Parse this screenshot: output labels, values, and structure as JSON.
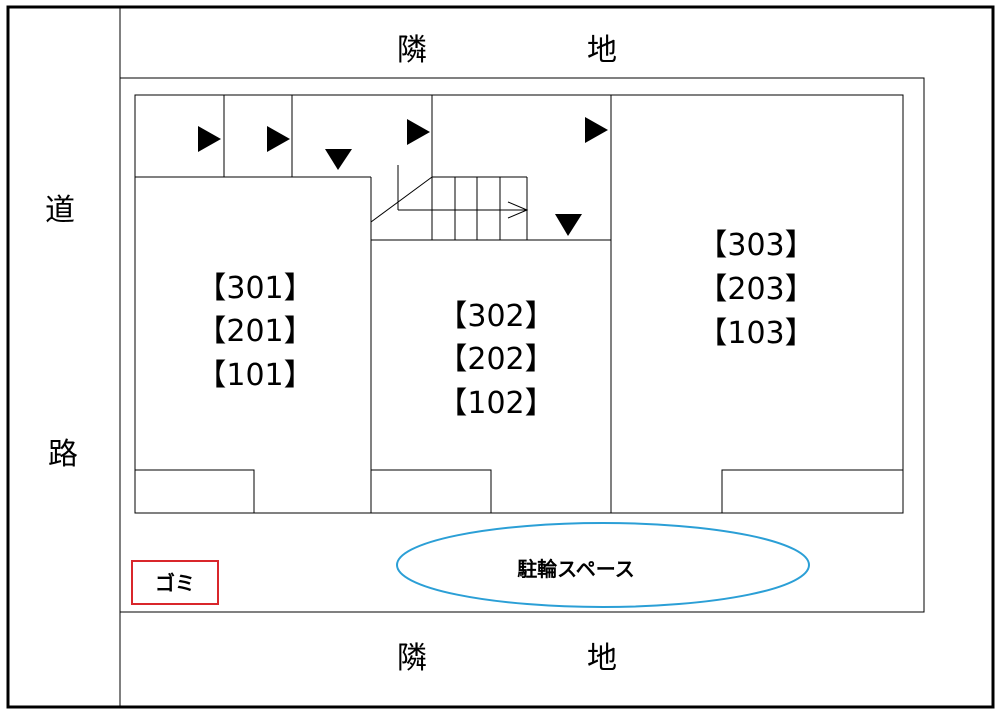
{
  "site": {
    "road": {
      "chars": [
        "道",
        "路"
      ]
    },
    "neighbor_top": {
      "chars": [
        "隣",
        "地"
      ]
    },
    "neighbor_bottom": {
      "chars": [
        "隣",
        "地"
      ]
    }
  },
  "units": {
    "left": [
      "【301】",
      "【201】",
      "【101】"
    ],
    "middle": [
      "【302】",
      "【202】",
      "【102】"
    ],
    "right": [
      "【303】",
      "【203】",
      "【103】"
    ]
  },
  "facilities": {
    "garbage": {
      "label": "ゴミ",
      "color": "#d9262b"
    },
    "bicycle_parking": {
      "label": "駐輪スペース",
      "color": "#2b9fd6"
    }
  }
}
